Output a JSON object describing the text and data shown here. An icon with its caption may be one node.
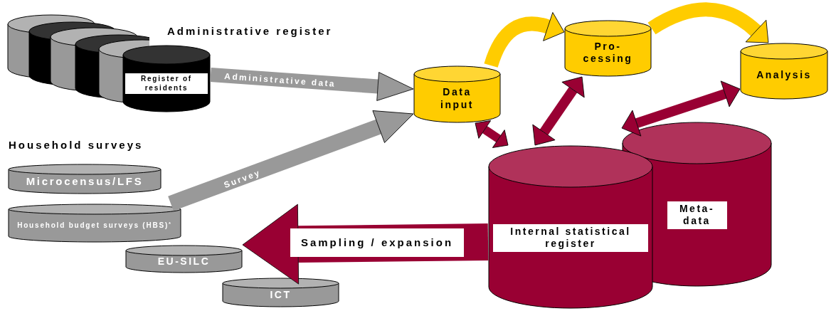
{
  "diagram": {
    "nodes": [
      {
        "text": [
          "Register of residents"
        ]
      },
      {
        "text": [
          "Microcensus/LFS"
        ]
      },
      {
        "text": [
          "Household budget surveys (HBS)$^{*}$"
        ]
      },
      {
        "text": [
          "EU-SILC"
        ]
      },
      {
        "text": [
          "ICT"
        ]
      },
      {
        "text": [
          "Data input"
        ]
      },
      {
        "text": [
          "Pro- cessing"
        ]
      },
      {
        "text": [
          "Analysis"
        ]
      },
      {
        "text": [
          "Internal statistical register"
        ]
      },
      {
        "text": [
          "Meta- data"
        ]
      }
    ],
    "edges": [
      {
        "from": 0,
        "to": 5,
        "arrow": "to",
        "label": "Administrative data",
        "color": "#999999"
      },
      {
        "from": 2,
        "to": 5,
        "arrow": "to",
        "label": "Survey",
        "color": "#999999"
      },
      {
        "from": 8,
        "to": 3,
        "arrow": "to",
        "label": "Sampling / expansion",
        "style": "thick",
        "color": "#990033"
      },
      {
        "from": 5,
        "to": 6,
        "arrow": "to",
        "color": "#ffcc00"
      },
      {
        "from": 6,
        "to": 7,
        "arrow": "to",
        "color": "#ffcc00"
      },
      {
        "from": 5,
        "to": 8,
        "arrow": "both",
        "color": "#990033"
      },
      {
        "from": 6,
        "to": 8,
        "arrow": "both",
        "color": "#990033"
      },
      {
        "from": 7,
        "to": 9,
        "arrow": "both",
        "color": "#990033"
      }
    ],
    "labels": [
      "Administrative register",
      "Household surveys"
    ]
  }
}
